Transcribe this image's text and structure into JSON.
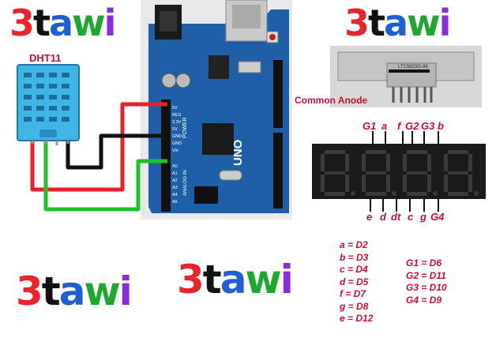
{
  "logos": [
    {
      "chars": [
        "3",
        "t",
        "a",
        "w",
        "i"
      ]
    },
    {
      "chars": [
        "3",
        "t",
        "a",
        "w",
        "i"
      ]
    },
    {
      "chars": [
        "3",
        "t",
        "a",
        "w",
        "i"
      ]
    },
    {
      "chars": [
        "3",
        "t",
        "a",
        "w",
        "i"
      ]
    }
  ],
  "logo_colors": [
    "#e8242c",
    "#111111",
    "#1f5fd6",
    "#1fa82e",
    "#8a2be2"
  ],
  "sensor": {
    "label": "DHT11"
  },
  "arduino": {
    "brand": "UNO",
    "power_label": "POWER",
    "analog_label": "ANALOG IN",
    "pins_power": [
      "5V",
      "RES",
      "3.3V",
      "5V",
      "GND",
      "GND",
      "Vin"
    ],
    "pins_analog": [
      "A0",
      "A1",
      "A2",
      "A3",
      "A4",
      "A5"
    ]
  },
  "photo": {
    "part_number": "LTC5623G-08",
    "caption": "Common Anode"
  },
  "display": {
    "top_pins": [
      "G1",
      "a",
      "f",
      "G2",
      "G3",
      "b"
    ],
    "bottom_pins": [
      "e",
      "d",
      "dt",
      "c",
      "g",
      "G4"
    ]
  },
  "mapping_segments": [
    "a = D2",
    "b = D3",
    "c = D4",
    "d = D5",
    "f = D7",
    "g = D8",
    "e = D12"
  ],
  "mapping_digits": [
    "G1 = D6",
    "G2 = D11",
    "G3 = D10",
    "G4 = D9"
  ],
  "wire_colors": {
    "red": "#e8202a",
    "black": "#111111",
    "green": "#22c02a"
  }
}
